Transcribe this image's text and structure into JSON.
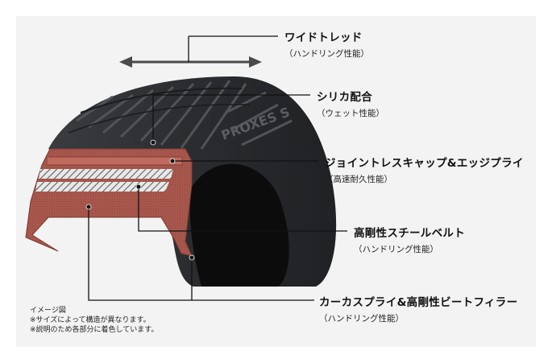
{
  "labels": [
    {
      "title": "ワイドトレッド",
      "sub": "（ハンドリング性能）"
    },
    {
      "title": "シリカ配合",
      "sub": "（ウェット性能）"
    },
    {
      "title": "ジョイントレスキャップ&エッジプライ",
      "sub": "（高速耐久性能）"
    },
    {
      "title": "高剛性スチールベルト",
      "sub": "（ハンドリング性能）"
    },
    {
      "title": "カーカスプライ&高剛性ビートフィラー",
      "sub": "（ハンドリング性能）"
    }
  ],
  "sidewall_text": "PROXES S",
  "notes": [
    "イメージ図",
    "※サイズによって構造が異なります。",
    "※説明のため各部分に着色しています。"
  ],
  "colors": {
    "background": "#f3f3f3",
    "tire": "#2b2d30",
    "rubber_cut": "#a9574d",
    "leader": "#111111"
  }
}
